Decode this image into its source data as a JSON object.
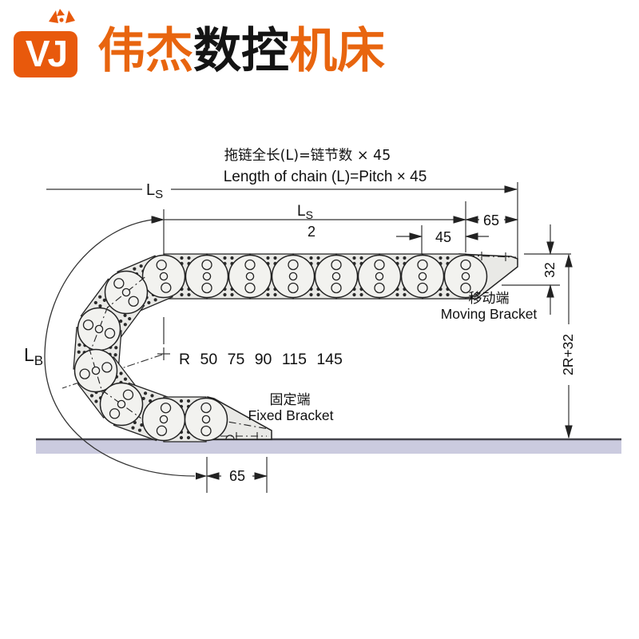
{
  "header": {
    "logo_text": "VJ",
    "brand": {
      "part1": "伟杰",
      "part2": "数控",
      "part3": "机床"
    }
  },
  "title": {
    "cn": "拖链全长(L)=链节数 × 45",
    "en": "Length of chain (L)=Pitch × 45"
  },
  "dims": {
    "ls": {
      "main": "L",
      "sub": "S"
    },
    "ls_half": {
      "main": "L",
      "sub": "S",
      "den": "2"
    },
    "top_65": "65",
    "pitch_45": "45",
    "h32": "32",
    "total": "2R+32",
    "lb": {
      "main": "L",
      "sub": "B"
    },
    "radii": "R 50 75 90 115 145",
    "bottom_65": "65"
  },
  "labels": {
    "moving_cn": "移动端",
    "moving_en": "Moving Bracket",
    "fixed_cn": "固定端",
    "fixed_en": "Fixed Bracket"
  },
  "colors": {
    "brand_orange": "#e8650f",
    "logo_orange": "#e8590c",
    "ground_band": "#cbcbdf",
    "chain_fill": "#e9e9e6",
    "disc_fill": "#f2f2ef",
    "line": "#333333"
  }
}
